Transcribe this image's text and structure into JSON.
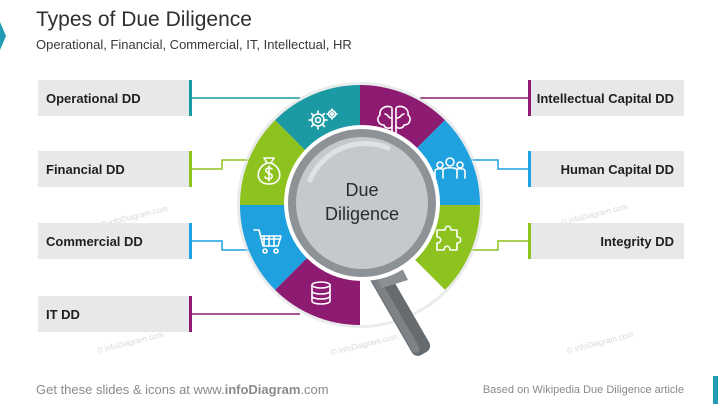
{
  "header": {
    "title": "Types of Due Diligence",
    "subtitle": "Operational, Financial, Commercial, IT, Intellectual, HR"
  },
  "left_labels": [
    "Operational DD",
    "Financial DD",
    "Commercial DD",
    "IT DD"
  ],
  "right_labels": [
    "Intellectual Capital DD",
    "Human Capital DD",
    "Integrity DD"
  ],
  "center": {
    "line1": "Due",
    "line2": "Diligence"
  },
  "footer": {
    "prefix": "Get these slides & icons at www.",
    "brand": "infoDiagram",
    "suffix": ".com",
    "source": "Based on Wikipedia Due Diligence article"
  },
  "watermark": "© infoDiagram.com",
  "segment_icons": [
    "gears-icon",
    "money-bag-icon",
    "shopping-cart-icon",
    "database-icon",
    "brain-icon",
    "people-icon",
    "puzzle-icon"
  ],
  "colors": {
    "teal": "#1c9aa3",
    "green": "#8dc21f",
    "blue": "#1ea1de",
    "purple": "#8e1b72",
    "lens_gray": "#c5c9cd",
    "handle_gray": "#666b70"
  }
}
